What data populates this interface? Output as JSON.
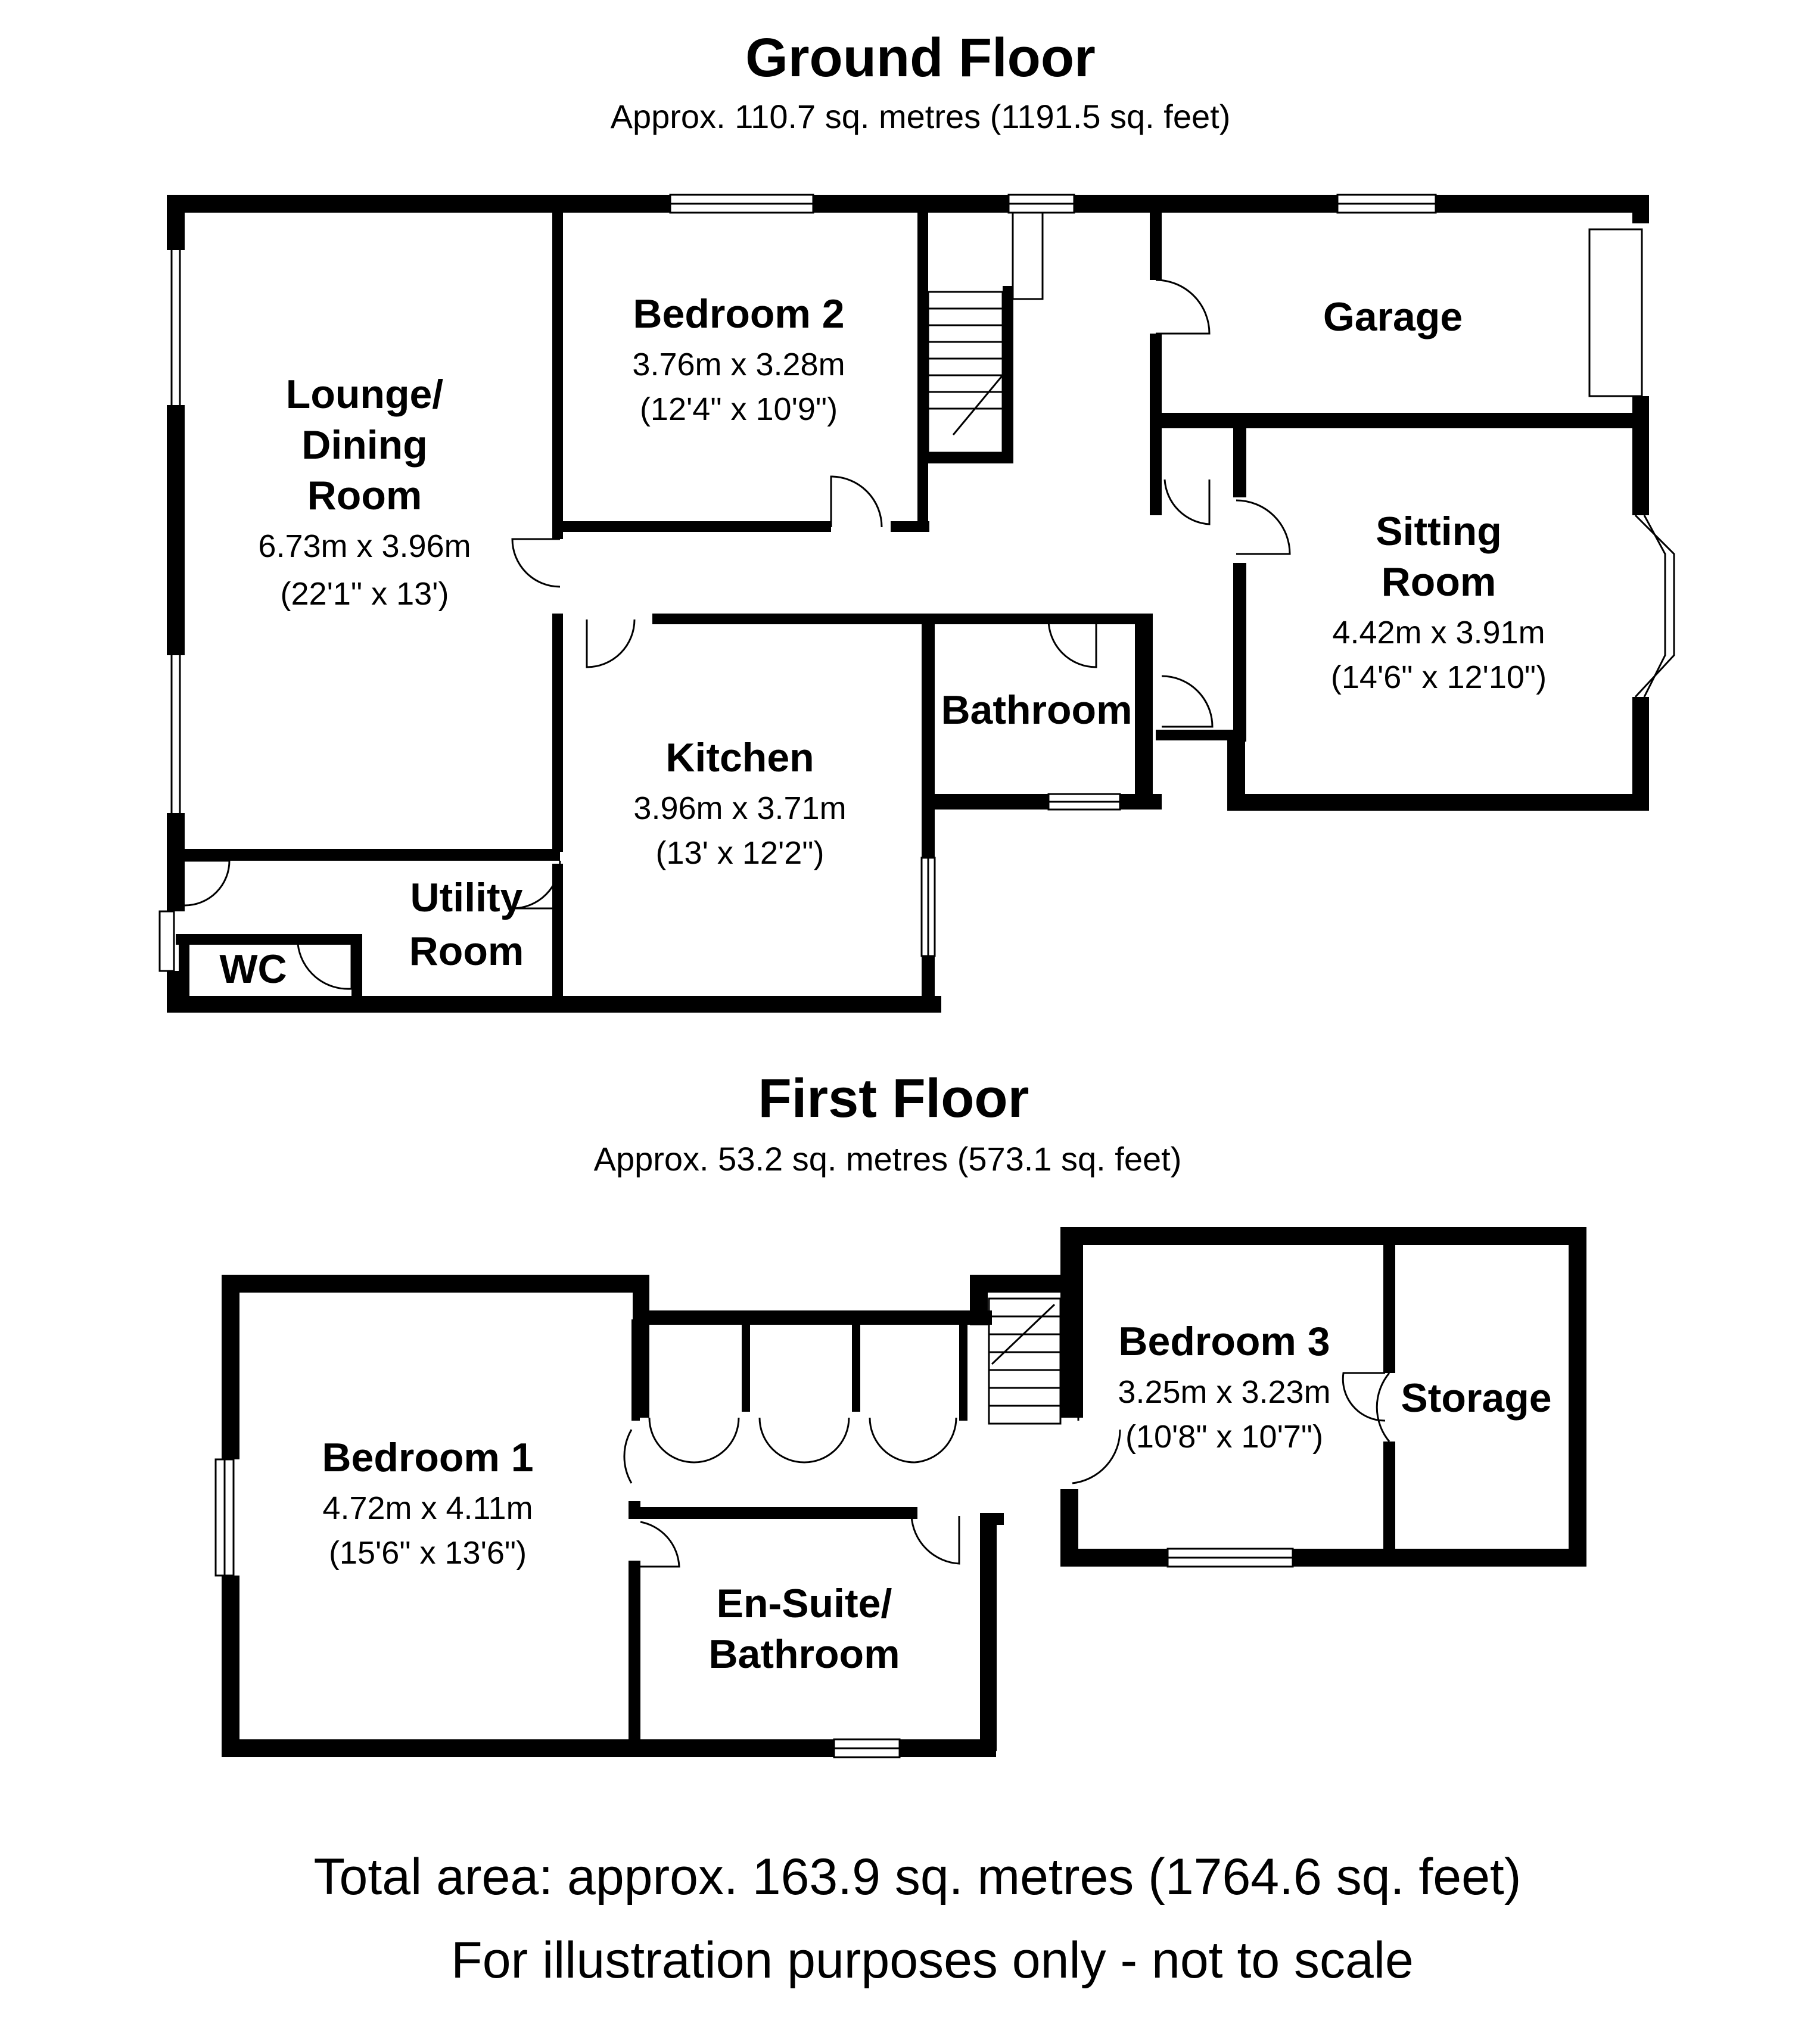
{
  "ground_floor": {
    "title": "Ground Floor",
    "area": "Approx. 110.7 sq. metres (1191.5 sq. feet)",
    "lounge": {
      "name_l1": "Lounge/",
      "name_l2": "Dining",
      "name_l3": "Room",
      "metric": "6.73m x 3.96m",
      "imperial": "(22'1\" x 13')"
    },
    "bedroom2": {
      "name": "Bedroom 2",
      "metric": "3.76m x 3.28m",
      "imperial": "(12'4\" x 10'9\")"
    },
    "garage": {
      "name": "Garage"
    },
    "sitting": {
      "name_l1": "Sitting",
      "name_l2": "Room",
      "metric": "4.42m x 3.91m",
      "imperial": "(14'6\" x 12'10\")"
    },
    "bathroom": {
      "name": "Bathroom"
    },
    "kitchen": {
      "name": "Kitchen",
      "metric": "3.96m x 3.71m",
      "imperial": "(13' x 12'2\")"
    },
    "utility": {
      "name_l1": "Utility",
      "name_l2": "Room"
    },
    "wc": {
      "name": "WC"
    }
  },
  "first_floor": {
    "title": "First Floor",
    "area": "Approx.  53.2 sq. metres (573.1 sq. feet)",
    "bedroom1": {
      "name": "Bedroom 1",
      "metric": "4.72m x 4.11m",
      "imperial": "(15'6\" x 13'6\")"
    },
    "bedroom3": {
      "name": "Bedroom 3",
      "metric": "3.25m x 3.23m",
      "imperial": "(10'8\" x 10'7\")"
    },
    "storage": {
      "name": "Storage"
    },
    "ensuite": {
      "name_l1": "En-Suite/",
      "name_l2": "Bathroom"
    }
  },
  "footer": {
    "total": "Total area: approx. 163.9 sq. metres (1764.6 sq. feet)",
    "disclaimer": "For illustration purposes only - not to scale"
  }
}
